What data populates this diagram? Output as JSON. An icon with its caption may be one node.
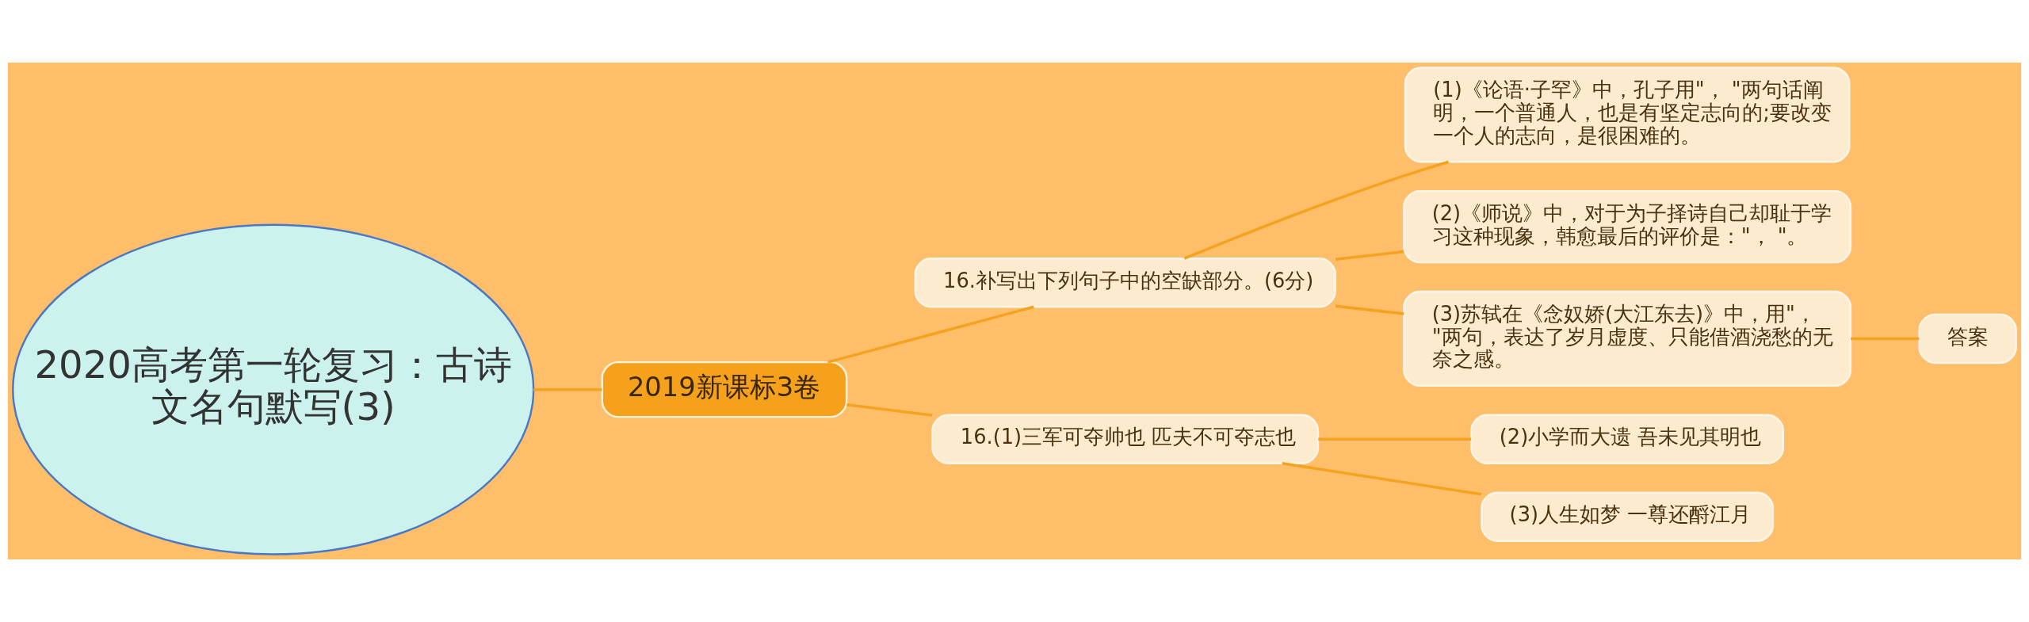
{
  "diagram": {
    "nodes": [
      {
        "text": [
          "2020高考第一轮复习：古诗文名句默写(3)"
        ]
      },
      {
        "text": [
          "2019新课标3卷"
        ]
      },
      {
        "text": [
          "16.补写出下列句子中的空缺部分。(6分)"
        ]
      },
      {
        "text": [
          "(1)《论语·子罕》中，孔子用\"， \"两句话阐明，一个普通人，也是有坚定志向的;要改变一个人的志向，是很困难的。"
        ]
      },
      {
        "text": [
          "(2)《师说》中，对于为子择诗自己却耻于学习这种现象，韩愈最后的评价是：\"， \"。"
        ]
      },
      {
        "text": [
          "(3)苏轼在《念奴娇(大江东去)》中，用\"， \"两句，表达了岁月虚度、只能借酒浇愁的无奈之感。"
        ]
      },
      {
        "text": [
          "答案"
        ]
      },
      {
        "text": [
          "16.(1)三军可夺帅也 匹夫不可夺志也"
        ]
      },
      {
        "text": [
          "(2)小学而大遗 吾未见其明也"
        ]
      },
      {
        "text": [
          "(3)人生如梦 一尊还酹江月"
        ]
      }
    ],
    "edges": [
      {
        "from": 0,
        "to": 1,
        "arrow": "none"
      },
      {
        "from": 1,
        "to": 2,
        "arrow": "none"
      },
      {
        "from": 1,
        "to": 7,
        "arrow": "none"
      },
      {
        "from": 2,
        "to": 3,
        "arrow": "none"
      },
      {
        "from": 2,
        "to": 4,
        "arrow": "none"
      },
      {
        "from": 2,
        "to": 5,
        "arrow": "none"
      },
      {
        "from": 5,
        "to": 6,
        "arrow": "none"
      },
      {
        "from": 7,
        "to": 8,
        "arrow": "none"
      },
      {
        "from": 7,
        "to": 9,
        "arrow": "none"
      }
    ]
  }
}
